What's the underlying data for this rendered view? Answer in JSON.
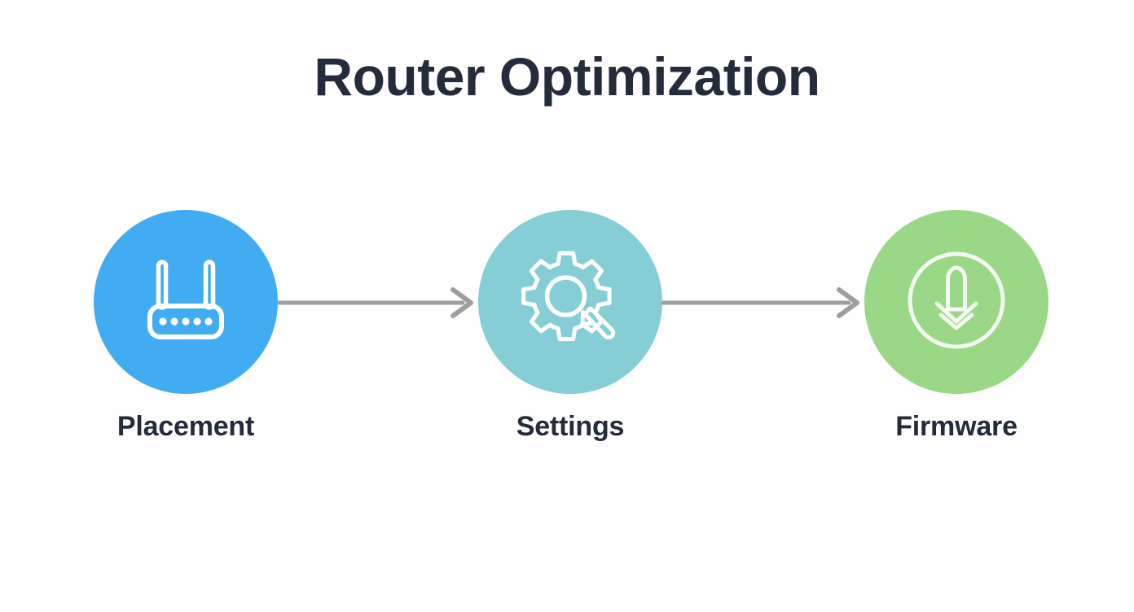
{
  "title": "Router Optimization",
  "colors": {
    "background": "#fefefe",
    "title_text": "#242b3a",
    "label_text": "#242b3a",
    "step1_circle": "#42acf3",
    "step2_circle": "#86ced6",
    "step3_circle": "#9ad787",
    "icon_stroke": "#ffffff",
    "connector": "#9e9e9e"
  },
  "diagram_data": {
    "type": "process-flow",
    "orientation": "horizontal",
    "step_count": 3,
    "connector_count": 2,
    "steps": [
      {
        "label": "Placement",
        "icon": "router-icon",
        "color": "#42acf3",
        "order": 1
      },
      {
        "label": "Settings",
        "icon": "gear-screwdriver-icon",
        "color": "#86ced6",
        "order": 2
      },
      {
        "label": "Firmware",
        "icon": "download-circle-icon",
        "color": "#9ad787",
        "order": 3
      }
    ],
    "connectors": [
      {
        "from": "Placement",
        "to": "Settings",
        "style": "arrow"
      },
      {
        "from": "Settings",
        "to": "Firmware",
        "style": "arrow"
      }
    ]
  }
}
